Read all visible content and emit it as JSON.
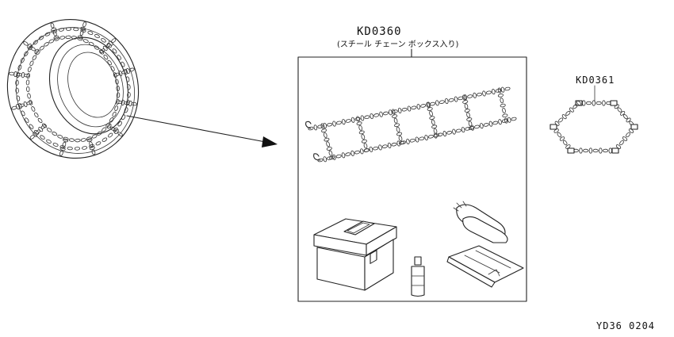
{
  "labels": {
    "main_part": "KD0360",
    "main_desc": "(スチール チェーン ボックス入り)",
    "side_part": "KD0361",
    "reference": "YD36 0204"
  }
}
